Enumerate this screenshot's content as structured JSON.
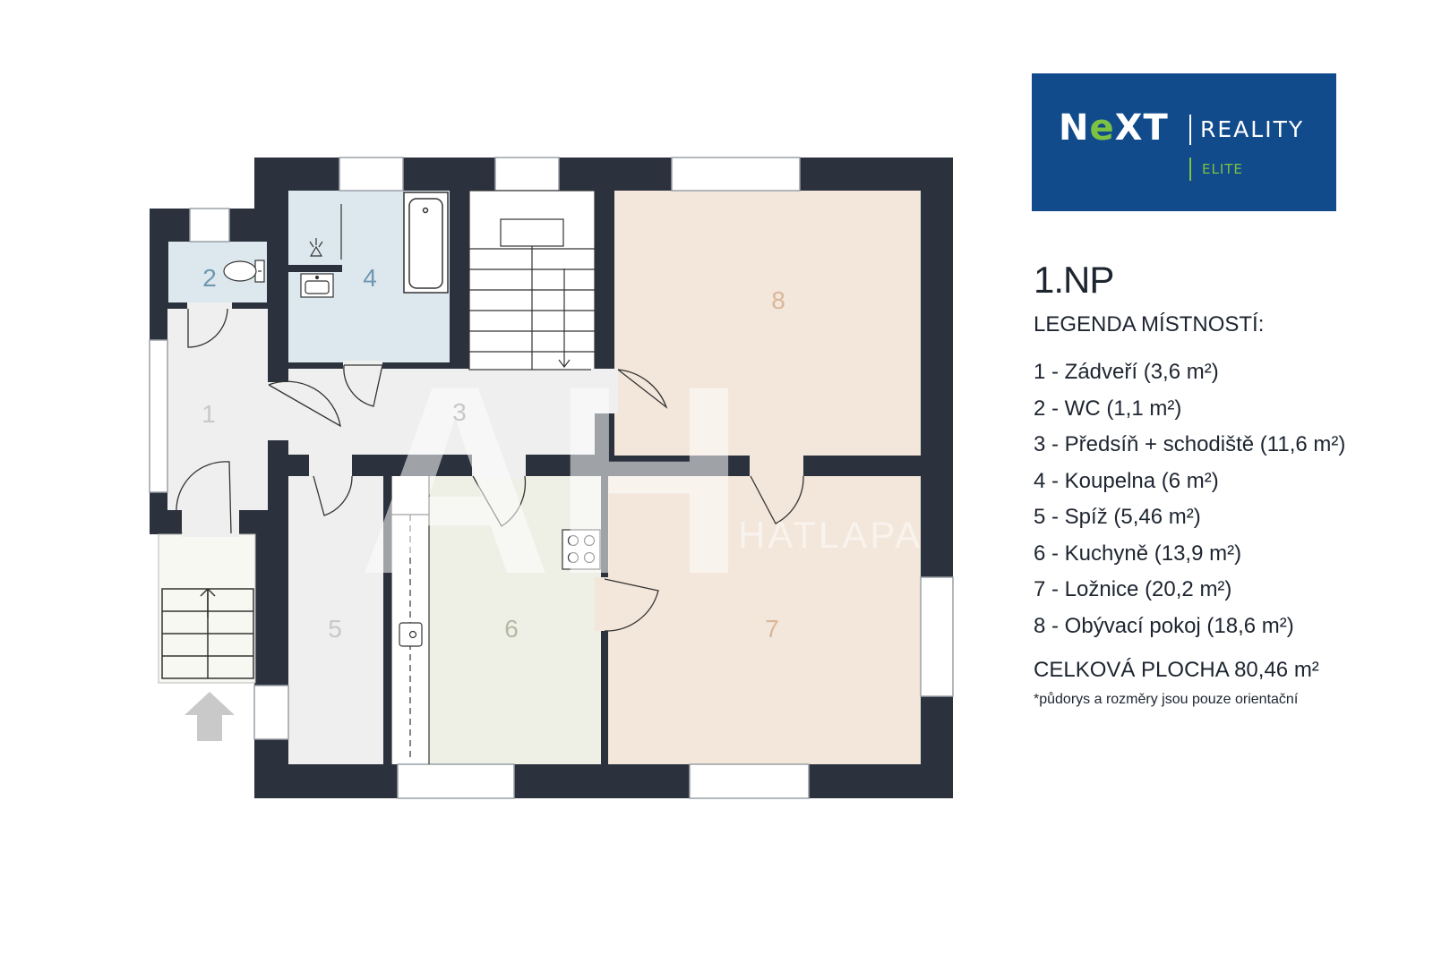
{
  "logo": {
    "name_part1": "N",
    "name_e": "e",
    "name_part2": "XT",
    "reality": "REALITY",
    "elite": "ELITE",
    "brand_color": "#124b8c",
    "accent_color": "#7dc242"
  },
  "watermark": {
    "letters": "AH",
    "text": "HATLAPA"
  },
  "legend": {
    "floor": "1.NP",
    "title": "LEGENDA MÍSTNOSTÍ:",
    "items": [
      "1 - Zádveří (3,6 m²)",
      "2 - WC (1,1 m²)",
      "3 - Předsíň + schodiště (11,6 m²)",
      "4 - Koupelna (6 m²)",
      "5 - Spíž (5,46 m²)",
      "6 - Kuchyně (13,9 m²)",
      "7 - Ložnice (20,2 m²)",
      "8 - Obývací pokoj (18,6 m²)"
    ],
    "total": "CELKOVÁ PLOCHA 80,46 m²",
    "note": "*půdorys a rozměry jsou pouze orientační"
  },
  "rooms": {
    "r1": "1",
    "r2": "2",
    "r3": "3",
    "r4": "4",
    "r5": "5",
    "r6": "6",
    "r7": "7",
    "r8": "8"
  },
  "colors": {
    "wall": "#2b323d",
    "hall": "#efefef",
    "bath": "#dde8ee",
    "kitchen": "#eef0e5",
    "living": "#f3e6da",
    "number_gray": "#c8c8c8",
    "number_bath": "#6e97b0",
    "number_warm": "#d9b79a"
  }
}
